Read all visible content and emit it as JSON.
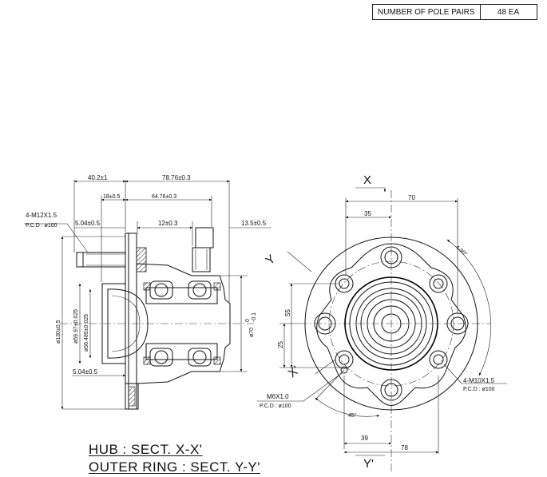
{
  "spec_table": {
    "label": "NUMBER OF POLE PAIRS",
    "value": "48 EA"
  },
  "section_view": {
    "dims": {
      "d_40_2": "40.2±1",
      "d_78_76": "78.76±0.3",
      "d_18": "18±0.5",
      "d_64_76": "64.76±0.3",
      "thread": "4-M12X1.5",
      "pcd": "P.C.D : ø100",
      "d_5_04_top": "5.04±0.5",
      "d_12": "12±0.3",
      "d_13_5": "13.5±0.5",
      "d_5_04_bot": "5.04±0.5",
      "dia_130": "ø130±0.5",
      "dia_59_97": "ø59.97±0.025",
      "dia_56_485": "ø56.485±0.025",
      "dia_70": "ø70",
      "tol_70_upper": "0",
      "tol_70_lower": "-0.1"
    }
  },
  "front_view": {
    "labels": {
      "x_top": "X",
      "x_bottom": "X'",
      "y_top": "Y",
      "y_bottom": "Y'"
    },
    "dims": {
      "d_70": "70",
      "d_35": "35",
      "angle_4_90": "4-90°",
      "d_55": "55",
      "d_25": "25",
      "m10": "4-M10X1.5",
      "m10_pcd": "P.C.D : ø100",
      "m6": "M6X1.0",
      "m6_pcd": "P.C.D : ø100",
      "angle_45": "45°",
      "d_39": "39",
      "d_78": "78"
    }
  },
  "captions": {
    "hub": "HUB : SECT. X-X'",
    "outer_ring": "OUTER RING : SECT. Y-Y'"
  }
}
